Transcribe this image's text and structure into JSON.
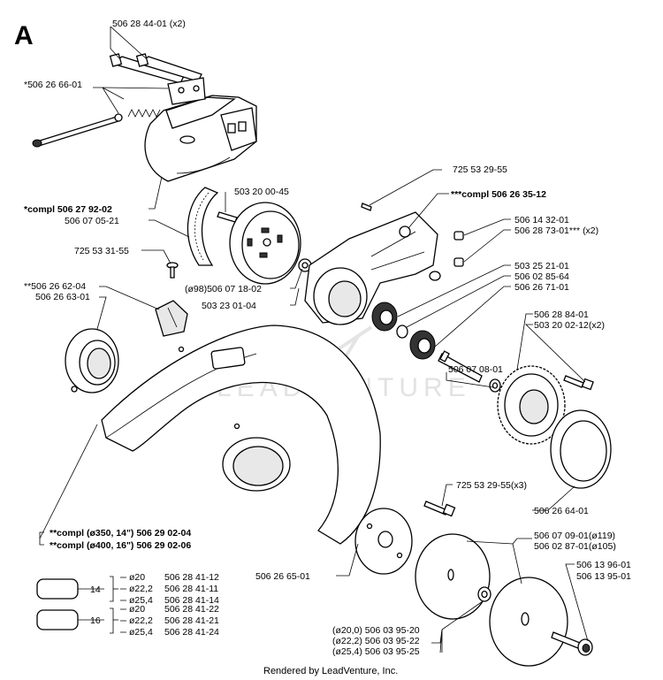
{
  "section_letter": "A",
  "footer": "Rendered by LeadVenture, Inc.",
  "watermark": "LEADVENTURE",
  "labels": {
    "p_506_28_44_01": "506 28 44-01 (x2)",
    "p_506_26_66_01": "*506 26 66-01",
    "p_compl_506_27_92_02": "*compl 506 27 92-02",
    "p_506_07_05_21": "506 07 05-21",
    "p_503_20_00_45": "503 20 00-45",
    "p_725_53_31_55": "725 53 31-55",
    "p_506_26_62_04": "**506 26 62-04",
    "p_506_26_63_01": "506 26 63-01",
    "p_506_07_18_02": "(ø98)506 07 18-02",
    "p_503_23_01_04": "503 23 01-04",
    "p_725_53_29_55_top": "725 53 29-55",
    "p_compl_506_26_35_12": "***compl 506 26 35-12",
    "p_506_14_32_01": "506 14 32-01",
    "p_506_28_73_01": "506 28 73-01*** (x2)",
    "p_503_25_21_01": "503 25 21-01",
    "p_506_02_85_64": "506 02 85-64",
    "p_506_26_71_01": "506 26 71-01",
    "p_506_28_84_01": "506 28 84-01",
    "p_503_20_02_12": "503 20 02-12(x2)",
    "p_506_07_08_01": "506 07 08-01",
    "p_506_26_64_01": "506 26 64-01",
    "p_725_53_29_55_x3": "725 53 29-55(x3)",
    "p_compl_350": "**compl (ø350, 14\") 506 29 02-04",
    "p_compl_400": "**compl (ø400, 16\") 506 29 02-06",
    "p_506_07_09_01": "506 07 09-01(ø119)",
    "p_506_02_87_01": "506 02 87-01(ø105)",
    "p_506_26_65_01": "506 26 65-01",
    "p_506_13_96_01": "506 13 96-01",
    "p_506_13_95_01": "506 13 95-01",
    "p_506_03_95_20": "(ø20,0) 506 03 95-20",
    "p_506_03_95_22": "(ø22,2) 506 03 95-22",
    "p_506_03_95_25": "(ø25,4) 506 03 95-25"
  },
  "table": {
    "groups": [
      {
        "number": "14",
        "rows": [
          {
            "dia": "ø20",
            "part": "506 28 41-12"
          },
          {
            "dia": "ø22,2",
            "part": "506 28 41-11"
          },
          {
            "dia": "ø25,4",
            "part": "506 28 41-14"
          }
        ]
      },
      {
        "number": "16",
        "rows": [
          {
            "dia": "ø20",
            "part": "506 28 41-22"
          },
          {
            "dia": "ø22,2",
            "part": "506 28 41-21"
          },
          {
            "dia": "ø25,4",
            "part": "506 28 41-24"
          }
        ]
      }
    ]
  }
}
